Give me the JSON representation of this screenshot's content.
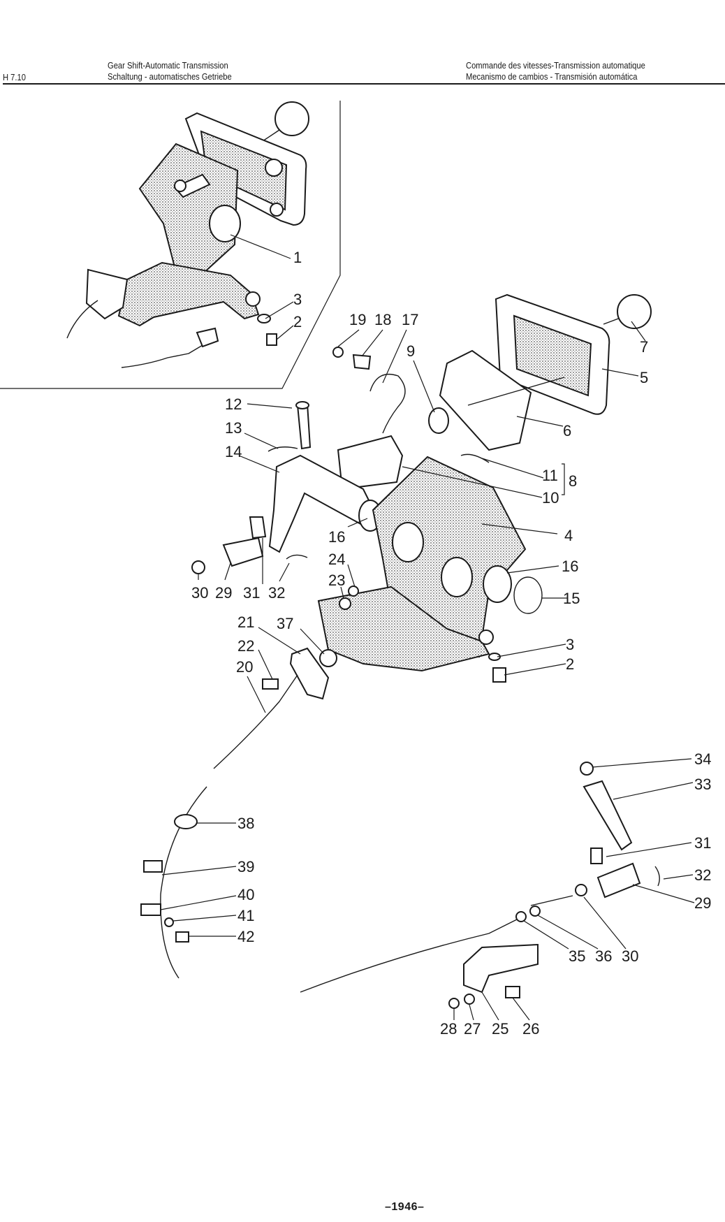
{
  "header": {
    "section_code": "H 7.10",
    "title_left_line1": "Gear Shift-Automatic Transmission",
    "title_left_line2": "Schaltung - automatisches Getriebe",
    "title_right_line1": "Commande des vitesses-Transmission automatique",
    "title_right_line2": "Mecanismo de cambios - Transmisión automática"
  },
  "footer": {
    "page_number": "–1946–"
  },
  "callouts": {
    "inset_1": "1",
    "inset_3": "3",
    "inset_2": "2",
    "c19": "19",
    "c18": "18",
    "c17": "17",
    "c9": "9",
    "c7": "7",
    "c5": "5",
    "c6": "6",
    "c12": "12",
    "c13": "13",
    "c14": "14",
    "c11": "11",
    "c8": "8",
    "c10": "10",
    "c4": "4",
    "c16a": "16",
    "c24": "24",
    "c23": "23",
    "c16b": "16",
    "c15": "15",
    "c30a": "30",
    "c29a": "29",
    "c31a": "31",
    "c32a": "32",
    "c21": "21",
    "c37": "37",
    "c22": "22",
    "c20": "20",
    "c3": "3",
    "c2": "2",
    "c34": "34",
    "c33": "33",
    "c38": "38",
    "c31b": "31",
    "c39": "39",
    "c32b": "32",
    "c40": "40",
    "c29b": "29",
    "c41": "41",
    "c42": "42",
    "c35": "35",
    "c36": "36",
    "c30b": "30",
    "c28": "28",
    "c27": "27",
    "c25": "25",
    "c26": "26"
  }
}
